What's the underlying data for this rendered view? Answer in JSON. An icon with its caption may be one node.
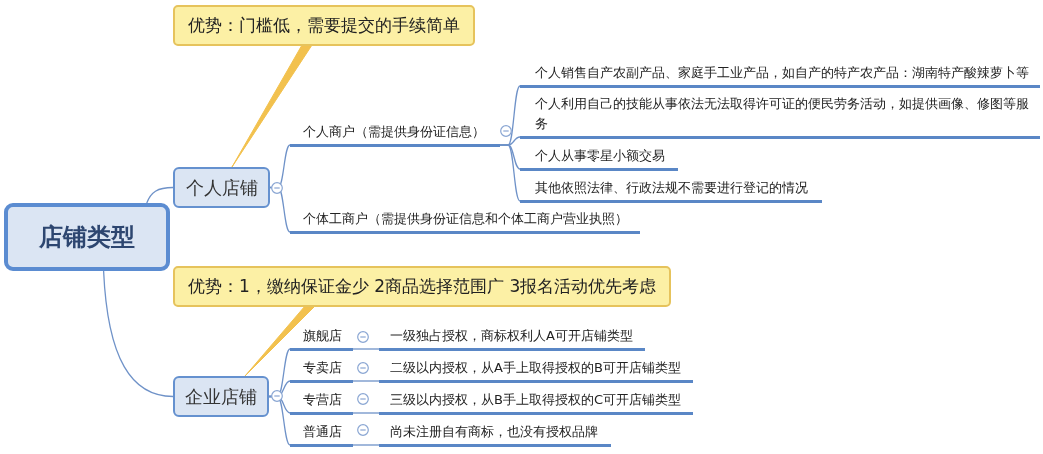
{
  "diagram": {
    "nodes": [
      {
        "text": [
          "店铺类型"
        ]
      },
      {
        "text": [
          "优势：门槛低，需要提交的手续简单"
        ]
      },
      {
        "text": [
          "个人店铺"
        ]
      },
      {
        "text": [
          "个人商户（需提供身份证信息）"
        ]
      },
      {
        "text": [
          "个人销售自产农副产品、家庭手工业产品，如自产的特产农产品：湖南特产酸辣萝卜等"
        ]
      },
      {
        "text": [
          "个人利用自己的技能从事依法无法取得许可证的便民劳务活动，如提供画像、修图等服务"
        ]
      },
      {
        "text": [
          "个人从事零星小额交易"
        ]
      },
      {
        "text": [
          "其他依照法律、行政法规不需要进行登记的情况"
        ]
      },
      {
        "text": [
          "个体工商户（需提供身份证信息和个体工商户营业执照）"
        ]
      },
      {
        "text": [
          "优势：1，缴纳保证金少 2商品选择范围广 3报名活动优先考虑"
        ]
      },
      {
        "text": [
          "企业店铺"
        ]
      },
      {
        "text": [
          "旗舰店"
        ]
      },
      {
        "text": [
          "一级独占授权，商标权利人A可开店铺类型"
        ]
      },
      {
        "text": [
          "专卖店"
        ]
      },
      {
        "text": [
          "二级以内授权，从A手上取得授权的B可开店铺类型"
        ]
      },
      {
        "text": [
          "专营店"
        ]
      },
      {
        "text": [
          "三级以内授权，从B手上取得授权的C可开店铺类型"
        ]
      },
      {
        "text": [
          "普通店"
        ]
      },
      {
        "text": [
          "尚未注册自有商标，也没有授权品牌"
        ]
      }
    ],
    "edges": [
      {
        "from": 0,
        "to": 2,
        "arrow": "none"
      },
      {
        "from": 0,
        "to": 10,
        "arrow": "none"
      },
      {
        "from": 1,
        "to": 2,
        "arrow": "none",
        "style": "thick",
        "color": "#f2c14e"
      },
      {
        "from": 2,
        "to": 3,
        "arrow": "none"
      },
      {
        "from": 2,
        "to": 8,
        "arrow": "none"
      },
      {
        "from": 3,
        "to": 4,
        "arrow": "none"
      },
      {
        "from": 3,
        "to": 5,
        "arrow": "none"
      },
      {
        "from": 3,
        "to": 6,
        "arrow": "none"
      },
      {
        "from": 3,
        "to": 7,
        "arrow": "none"
      },
      {
        "from": 9,
        "to": 10,
        "arrow": "none",
        "style": "thick",
        "color": "#f2c14e"
      },
      {
        "from": 10,
        "to": 11,
        "arrow": "none"
      },
      {
        "from": 10,
        "to": 13,
        "arrow": "none"
      },
      {
        "from": 10,
        "to": 15,
        "arrow": "none"
      },
      {
        "from": 10,
        "to": 17,
        "arrow": "none"
      },
      {
        "from": 11,
        "to": 12,
        "arrow": "none"
      },
      {
        "from": 13,
        "to": 14,
        "arrow": "none"
      },
      {
        "from": 15,
        "to": 16,
        "arrow": "none"
      },
      {
        "from": 17,
        "to": 18,
        "arrow": "none"
      }
    ]
  }
}
